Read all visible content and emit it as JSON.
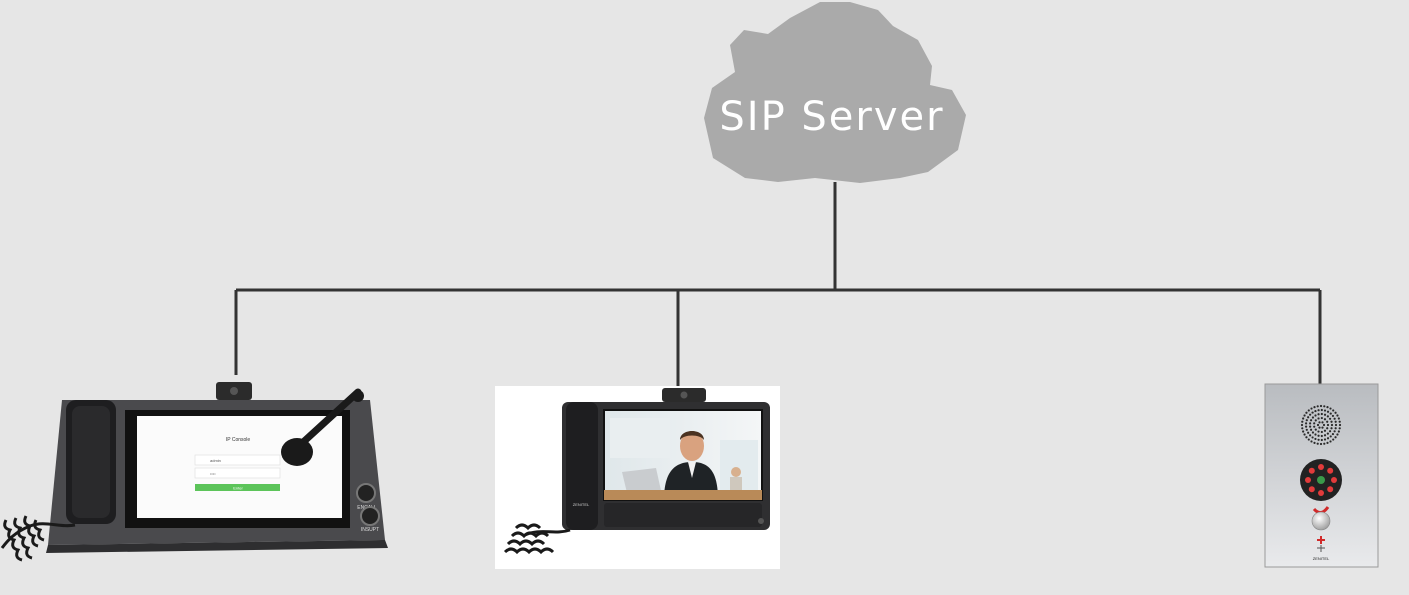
{
  "server": {
    "label": "SIP Server",
    "icon": "cloud-icon",
    "cloud_color": "#aaaaaa"
  },
  "network": {
    "line_color": "#333333"
  },
  "devices": [
    {
      "id": "ip-console",
      "icon": "desktop-console-icon",
      "screen": {
        "title": "IP Console",
        "username": "admin",
        "password": "••••",
        "button": "Enter"
      },
      "buttons": [
        "ENCALL",
        "INSUPT"
      ]
    },
    {
      "id": "video-phone",
      "icon": "video-phone-icon",
      "brand": "ZENITEL"
    },
    {
      "id": "door-intercom",
      "icon": "door-intercom-icon",
      "brand": "ZENITEL"
    }
  ]
}
